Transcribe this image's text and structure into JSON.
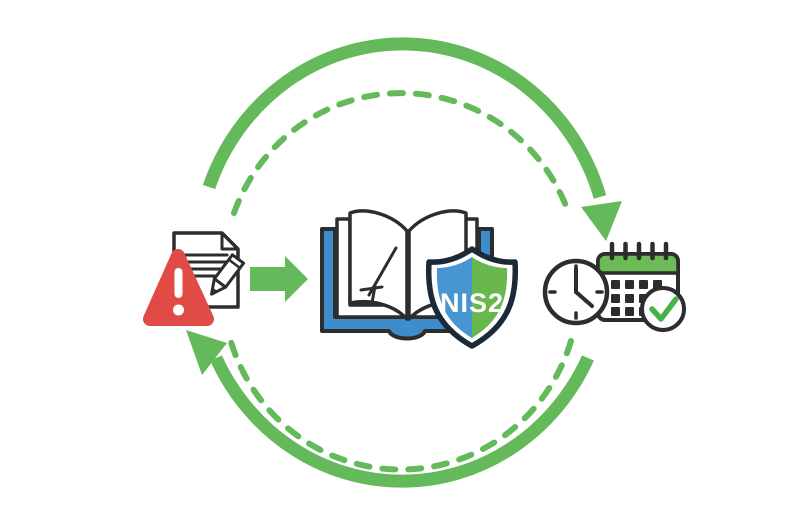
{
  "shield": {
    "label": "NIS2"
  },
  "colors": {
    "background": "#ffffff",
    "white": "#ffffff",
    "outline": "#2d2d2d",
    "green": "#64b95a",
    "red": "#e04b45",
    "book_blue": "#3d8ccb",
    "shield_blue": "#4796d2",
    "shield_green": "#68b84e",
    "shield_outline": "#1b2a36",
    "calendar_green": "#6cbb57",
    "check_green": "#47b14a",
    "shield_label_color": "#ffffff"
  },
  "icons": {
    "cycle_top": {
      "name": "cycle-arrow-top-icon",
      "shape": "green solid arc with inner dashed arc, arrowhead pointing down-right"
    },
    "cycle_bottom": {
      "name": "cycle-arrow-bottom-icon",
      "shape": "green solid arc with inner dashed arc, arrowhead pointing up-left"
    },
    "warning": {
      "name": "warning-triangle-icon",
      "shape": "red rounded triangle with white exclamation mark"
    },
    "document": {
      "name": "incident-document-icon",
      "shape": "white page with folded corner and text lines"
    },
    "pencil": {
      "name": "pencil-icon",
      "shape": "outlined pencil crossing the document"
    },
    "arrow_right": {
      "name": "flow-arrow-right-icon",
      "shape": "green block arrow pointing right"
    },
    "book": {
      "name": "open-book-icon",
      "shape": "open book with blue cover and arrow sketch on left page"
    },
    "shield": {
      "name": "nis2-shield-icon",
      "shape": "shield split blue/green labeled NIS2"
    },
    "clock": {
      "name": "clock-icon",
      "shape": "outlined clock showing 4 o'clock"
    },
    "calendar": {
      "name": "calendar-icon",
      "shape": "calendar with green header, binder rings and date grid"
    },
    "check": {
      "name": "check-circle-icon",
      "shape": "circle with green checkmark"
    }
  }
}
